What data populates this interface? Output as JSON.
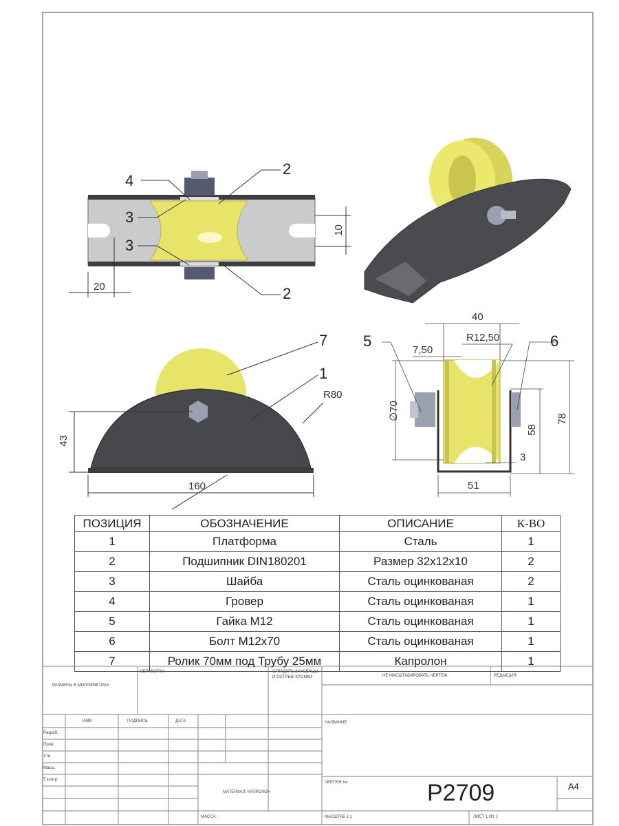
{
  "drawing": {
    "top_view": {
      "callouts": [
        "4",
        "2",
        "3",
        "3",
        "2"
      ],
      "dims": [
        "20",
        "10"
      ]
    },
    "front_view": {
      "callouts": [
        "7",
        "1"
      ],
      "dims": [
        "R80",
        "43",
        "160"
      ]
    },
    "side_view": {
      "callouts": [
        "5",
        "6"
      ],
      "dims": [
        "40",
        "R12,50",
        "7,50",
        "∅70",
        "58",
        "78",
        "3",
        "51"
      ]
    },
    "colors": {
      "roller": "#e8e46a",
      "platform": "#4a4b4e",
      "plate": "#c9cbcc"
    }
  },
  "spec_table": {
    "headers": [
      "ПОЗИЦИЯ",
      "ОБОЗНАЧЕНИЕ",
      "ОПИСАНИЕ",
      "К-ВО"
    ],
    "rows": [
      [
        "1",
        "Платформа",
        "Сталь",
        "1"
      ],
      [
        "2",
        "Подшипник DIN180201",
        "Размер 32x12x10",
        "2"
      ],
      [
        "3",
        "Шайба",
        "Сталь оцинкованая",
        "2"
      ],
      [
        "4",
        "Гровер",
        "Сталь оцинкованая",
        "1"
      ],
      [
        "5",
        "Гайка М12",
        "Сталь оцинкованая",
        "1"
      ],
      [
        "6",
        "Болт М12x70",
        "Сталь оцинкованая",
        "1"
      ],
      [
        "7",
        "Ролик 70мм под Трубу 25мм",
        "Капролон",
        "1"
      ]
    ]
  },
  "title_block": {
    "units": "РАЗМЕРЫ В МИЛЛИМЕТРАХ",
    "processing": "ОБРАБОТКА:",
    "deburr": "СГЛАДИТЬ ЗАУСЕНЦЫ И ОСТРЫЕ КРОМКИ",
    "no_scale": "НЕ МАСШТАБИРОВАТЬ ЧЕРТЕЖ",
    "revision": "РЕДАКЦИЯ",
    "col_headers": [
      "ИМЯ",
      "ПОДПИСЬ",
      "ДАТА"
    ],
    "row_labels": [
      "Разраб.",
      "Пров.",
      "Утв.",
      "Масш.",
      "Т.контр"
    ],
    "name_label": "НАЗВАНИЕ:",
    "drawing_no_label": "ЧЕРТЕЖ №:",
    "drawing_no": "P2709",
    "format": "A4",
    "material": "МАТЕРИАЛ: КАПРОЛОН",
    "mass": "МАССА:",
    "scale": "МАСШТАБ 1:1",
    "sheet": "ЛИСТ 1 ИЗ 1"
  }
}
